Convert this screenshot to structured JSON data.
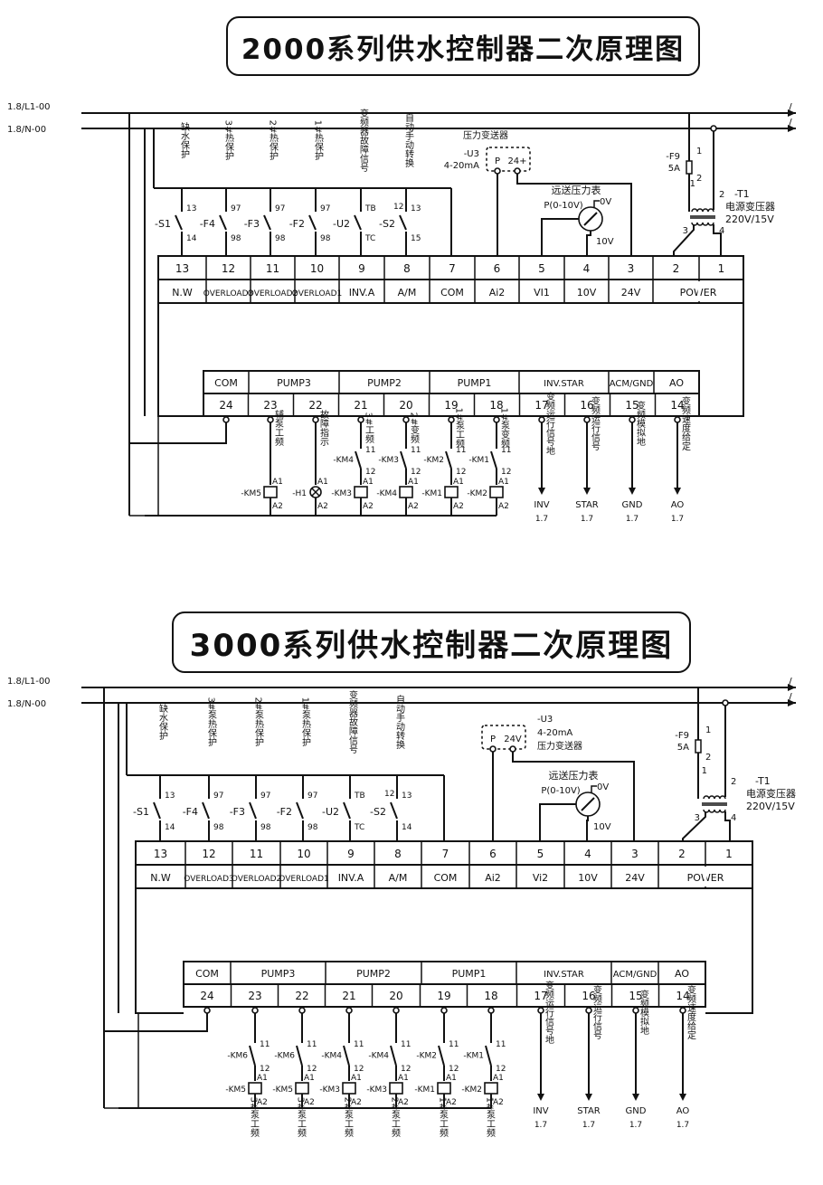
{
  "diagrams": [
    {
      "title": "2000系列供水控制器二次原理图",
      "bus_l1": "1.8/L1-00",
      "bus_n": "1.8/N-00",
      "sensor": {
        "ref": "-U3",
        "range": "4-20mA",
        "name": "压力变送器",
        "p": "P",
        "v": "24+"
      },
      "gauge": {
        "name": "远送压力表",
        "range": "P(0-10V)",
        "v0": "0V",
        "v10": "10V"
      },
      "fuse": {
        "ref": "-F9",
        "rating": "5A",
        "pin1": "1",
        "pin2": "2"
      },
      "transformer": {
        "ref": "-T1",
        "name": "电源变压器",
        "rating": "220V/15V",
        "p1": "1",
        "p2": "2",
        "p3": "3",
        "p4": "4"
      },
      "top_terminals": [
        {
          "num": "13",
          "label": "N.W",
          "dev": "-S1",
          "pa": "13",
          "pb": "14",
          "func": "缺水保护"
        },
        {
          "num": "12",
          "label": "OVERLOAD3",
          "dev": "-F4",
          "pa": "97",
          "pb": "98",
          "func": "3#热保护"
        },
        {
          "num": "11",
          "label": "OVERLOAD2",
          "dev": "-F3",
          "pa": "97",
          "pb": "98",
          "func": "2#热保护"
        },
        {
          "num": "10",
          "label": "OVERLOAD1",
          "dev": "-F2",
          "pa": "97",
          "pb": "98",
          "func": "1#热保护"
        },
        {
          "num": "9",
          "label": "INV.A",
          "dev": "-U2",
          "pa": "TB",
          "pb": "TC",
          "func": "变频器故障信号"
        },
        {
          "num": "8",
          "label": "A/M",
          "dev": "-S2",
          "pa": "13",
          "pb": "15",
          "pc": "12",
          "func": "自动手动转换"
        },
        {
          "num": "7",
          "label": "COM"
        },
        {
          "num": "6",
          "label": "Ai2"
        },
        {
          "num": "5",
          "label": "VI1"
        },
        {
          "num": "4",
          "label": "10V"
        },
        {
          "num": "3",
          "label": "24V"
        },
        {
          "num": "2",
          "label": "POWER"
        },
        {
          "num": "1",
          "label": ""
        }
      ],
      "bottom_groups": [
        "COM",
        "PUMP3",
        "PUMP2",
        "PUMP1",
        "INV.STAR",
        "ACM/GND",
        "AO"
      ],
      "bottom_nums": [
        "24",
        "23",
        "22",
        "21",
        "20",
        "19",
        "18",
        "17",
        "16",
        "15",
        "14"
      ],
      "coil_refs": [
        "-KM5",
        "-H1",
        "-KM3",
        "-KM4",
        "-KM1",
        "-KM2"
      ],
      "contact_refs": [
        "-KM4",
        "-KM3",
        "-KM2",
        "-KM1"
      ],
      "contact_pins": [
        "11",
        "12"
      ],
      "coil_pins": [
        "A1",
        "A2"
      ],
      "bottom_funcs": [
        "辅泵工频",
        "故障指示",
        "3#工频",
        "2#变频",
        "1#泵工频",
        "1#泵变频"
      ],
      "signals": [
        {
          "func": "变频运行信号地",
          "code": "INV",
          "ref": "1.7"
        },
        {
          "func": "变频运行信号",
          "code": "STAR",
          "ref": "1.7"
        },
        {
          "func": "变频模拟地",
          "code": "GND",
          "ref": "1.7"
        },
        {
          "func": "变频速度给定",
          "code": "AO",
          "ref": "1.7"
        }
      ]
    },
    {
      "title": "3000系列供水控制器二次原理图",
      "bus_l1": "1.8/L1-00",
      "bus_n": "1.8/N-00",
      "sensor": {
        "ref": "-U3",
        "range": "4-20mA",
        "name": "压力变送器",
        "p": "P",
        "v": "24V"
      },
      "gauge": {
        "name": "远送压力表",
        "range": "P(0-10V)",
        "v0": "0V",
        "v10": "10V"
      },
      "fuse": {
        "ref": "-F9",
        "rating": "5A",
        "pin1": "1",
        "pin2": "2"
      },
      "transformer": {
        "ref": "-T1",
        "name": "电源变压器",
        "rating": "220V/15V",
        "p1": "1",
        "p2": "2",
        "p3": "3",
        "p4": "4"
      },
      "top_terminals": [
        {
          "num": "13",
          "label": "N.W",
          "dev": "-S1",
          "pa": "13",
          "pb": "14",
          "func": "缺水保护"
        },
        {
          "num": "12",
          "label": "OVERLOAD3",
          "dev": "-F4",
          "pa": "97",
          "pb": "98",
          "func": "3#泵热保护"
        },
        {
          "num": "11",
          "label": "OVERLOAD2",
          "dev": "-F3",
          "pa": "97",
          "pb": "98",
          "func": "2#泵热保护"
        },
        {
          "num": "10",
          "label": "OVERLOAD1",
          "dev": "-F2",
          "pa": "97",
          "pb": "98",
          "func": "1#泵热保护"
        },
        {
          "num": "9",
          "label": "INV.A",
          "dev": "-U2",
          "pa": "TB",
          "pb": "TC",
          "func": "变频器故障信号"
        },
        {
          "num": "8",
          "label": "A/M",
          "dev": "-S2",
          "pa": "13",
          "pb": "14",
          "pc": "12",
          "func": "自动手动转换"
        },
        {
          "num": "7",
          "label": "COM"
        },
        {
          "num": "6",
          "label": "Ai2"
        },
        {
          "num": "5",
          "label": "Vi2"
        },
        {
          "num": "4",
          "label": "10V"
        },
        {
          "num": "3",
          "label": "24V"
        },
        {
          "num": "2",
          "label": "POWER"
        },
        {
          "num": "1",
          "label": ""
        }
      ],
      "bottom_groups": [
        "COM",
        "PUMP3",
        "PUMP2",
        "PUMP1",
        "INV.STAR",
        "ACM/GND",
        "AO"
      ],
      "bottom_nums": [
        "24",
        "23",
        "22",
        "21",
        "20",
        "19",
        "18",
        "17",
        "16",
        "15",
        "14"
      ],
      "contact_refs": [
        "-KM6",
        "-KM6",
        "-KM4",
        "-KM4",
        "-KM2",
        "-KM1"
      ],
      "coil_refs": [
        "-KM5",
        "-KM5",
        "-KM3",
        "-KM3",
        "-KM1",
        "-KM2"
      ],
      "contact_pins": [
        "11",
        "12"
      ],
      "coil_pins": [
        "A1",
        "A2"
      ],
      "bottom_funcs": [
        "3#泵工频",
        "3#泵工频",
        "2#泵工频",
        "2#泵工频",
        "1#泵工频",
        "1#泵工频"
      ],
      "signals": [
        {
          "func": "变频运行信号地",
          "code": "INV",
          "ref": "1.7"
        },
        {
          "func": "变频运行信号",
          "code": "STAR",
          "ref": "1.7"
        },
        {
          "func": "变频模拟地",
          "code": "GND",
          "ref": "1.7"
        },
        {
          "func": "变频速度给定",
          "code": "AO",
          "ref": "1.7"
        }
      ]
    }
  ]
}
